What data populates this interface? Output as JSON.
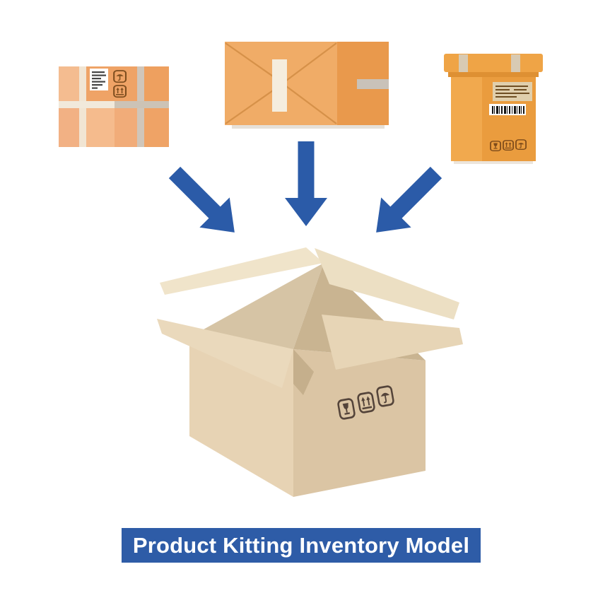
{
  "banner": {
    "label": "Product Kitting Inventory Model",
    "bg_color": "#2E5CA7",
    "text_color": "#FFFFFF"
  },
  "illustration": {
    "background_color": "#FFFFFF",
    "colors": {
      "arrow_blue": "#2B5BA8",
      "parcel_orange": "#EFA366",
      "envelope_orange": "#F0AC67",
      "envelope_side_dark": "#E9994C",
      "carton_orange": "#EA9C3E",
      "kit_box_tan": "#DCC6A5",
      "stamp_brown": "#7C4A1A",
      "stamp_dark": "#54443A"
    },
    "packages": [
      {
        "name": "wrapped-parcel",
        "stamp_icons": [
          "keep-dry-icon",
          "this-way-up-icon"
        ],
        "has_label": true
      },
      {
        "name": "envelope-package",
        "has_tape": true
      },
      {
        "name": "tall-carton",
        "stamp_icons": [
          "fragile-icon",
          "this-way-up-icon",
          "keep-dry-icon"
        ],
        "has_label": true,
        "has_barcode": true
      }
    ],
    "arrows": {
      "count": 3,
      "direction": "converging-down"
    },
    "kit_box": {
      "stamp_icons": [
        "fragile-icon",
        "this-way-up-icon",
        "keep-dry-icon"
      ]
    }
  }
}
